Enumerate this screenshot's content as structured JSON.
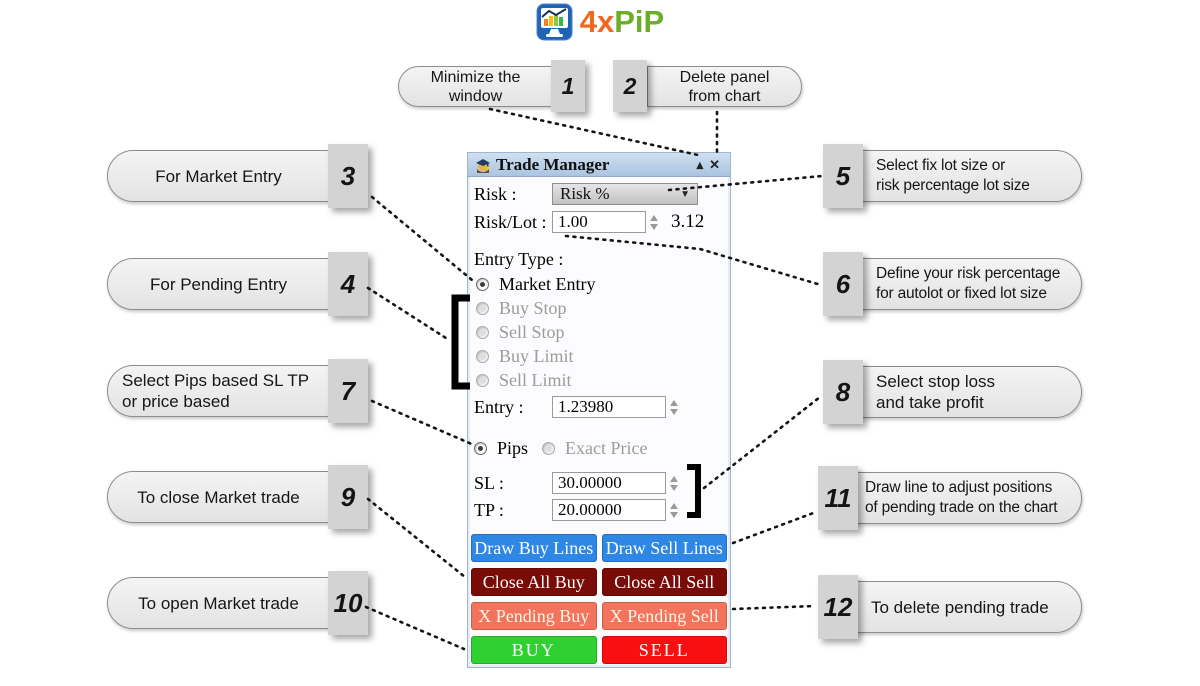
{
  "logo": {
    "part1": "4x",
    "part2": "PiP"
  },
  "panel": {
    "title": "Trade Manager",
    "minimize_icon": "▴",
    "close_icon": "✕",
    "risk_label": "Risk :",
    "risk_dropdown_value": "Risk %",
    "risk_lot_label": "Risk/Lot :",
    "risk_lot_value": "1.00",
    "lot_result": "3.12",
    "entry_type_label": "Entry Type :",
    "entry_types": [
      {
        "label": "Market Entry",
        "selected": true,
        "enabled": true
      },
      {
        "label": "Buy Stop",
        "selected": false,
        "enabled": false
      },
      {
        "label": "Sell Stop",
        "selected": false,
        "enabled": false
      },
      {
        "label": "Buy Limit",
        "selected": false,
        "enabled": false
      },
      {
        "label": "Sell Limit",
        "selected": false,
        "enabled": false
      }
    ],
    "entry_label": "Entry :",
    "entry_value": "1.23980",
    "sl_modes": [
      {
        "label": "Pips",
        "selected": true,
        "enabled": true
      },
      {
        "label": "Exact Price",
        "selected": false,
        "enabled": false
      }
    ],
    "sl_label": "SL :",
    "sl_value": "30.00000",
    "tp_label": "TP :",
    "tp_value": "20.00000",
    "buttons": {
      "draw_buy": "Draw Buy Lines",
      "draw_sell": "Draw Sell Lines",
      "close_buy": "Close All Buy",
      "close_sell": "Close All Sell",
      "pending_buy": "X Pending Buy",
      "pending_sell": "X Pending Sell",
      "buy": "BUY",
      "sell": "SELL"
    }
  },
  "callouts": {
    "c1": {
      "num": "1",
      "line1": "Minimize the",
      "line2": "window"
    },
    "c2": {
      "num": "2",
      "line1": "Delete panel",
      "line2": "from chart"
    },
    "c3": {
      "num": "3",
      "line1": "For Market Entry"
    },
    "c4": {
      "num": "4",
      "line1": "For Pending Entry"
    },
    "c5": {
      "num": "5",
      "line1": "Select fix lot size or",
      "line2": "risk percentage lot size"
    },
    "c6": {
      "num": "6",
      "line1": "Define your risk percentage",
      "line2": "for autolot or fixed lot size"
    },
    "c7": {
      "num": "7",
      "line1": "Select Pips based SL TP",
      "line2": " or price based"
    },
    "c8": {
      "num": "8",
      "line1": "Select stop loss",
      "line2": "and take profit"
    },
    "c9": {
      "num": "9",
      "line1": "To close Market trade"
    },
    "c10": {
      "num": "10",
      "line1": "To open Market trade"
    },
    "c11": {
      "num": "11",
      "line1": "Draw line to adjust positions",
      "line2": "of pending trade on the chart"
    },
    "c12": {
      "num": "12",
      "line1": "To delete pending trade"
    }
  },
  "colors": {
    "titlebar_blue": "#aac4e0",
    "draw_button_blue": "#2e87e4",
    "close_button_maroon": "#7a0c08",
    "pending_button_salmon": "#f3745c",
    "buy_button_green": "#2fd032",
    "sell_button_red": "#f90f0f",
    "logo_orange": "#f2661e",
    "logo_green": "#6cae29",
    "callout_gray": "#e8e8e8",
    "numbox_gray": "#d3d3d3"
  }
}
